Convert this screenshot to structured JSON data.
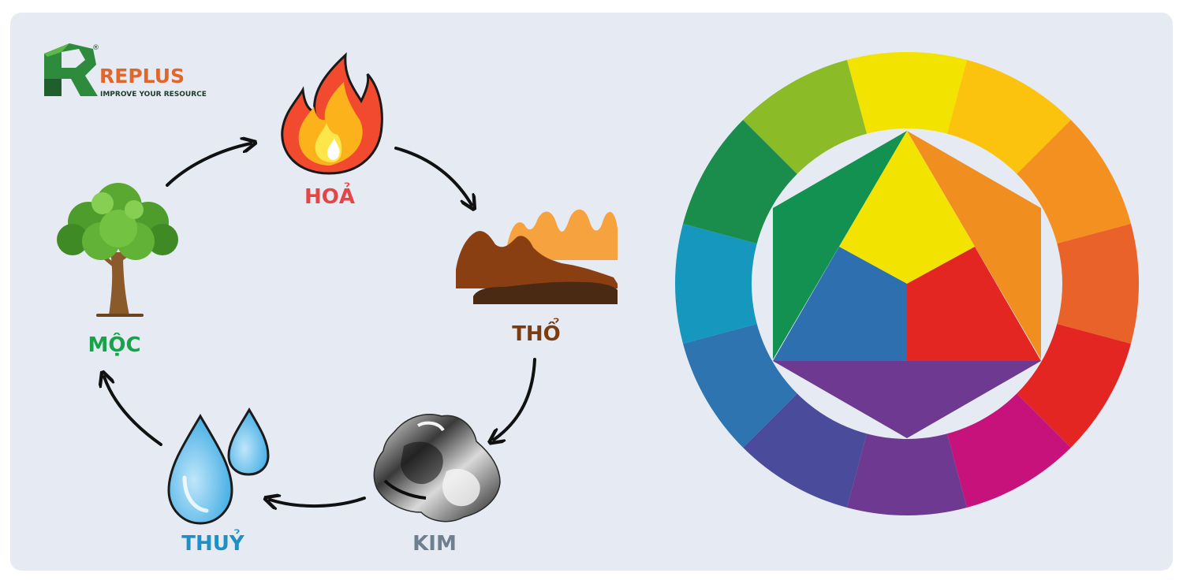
{
  "logo": {
    "brand": "REPLUS",
    "tagline": "IMPROVE YOUR RESOURCE",
    "registered": "®",
    "colors": {
      "green": "#2e8b3e",
      "orange": "#e2662a",
      "dark": "#1f3a2a"
    }
  },
  "cycle": {
    "elements": [
      {
        "key": "hoa",
        "label": "HOẢ",
        "color": "#e64545",
        "icon": "fire-icon"
      },
      {
        "key": "tho",
        "label": "THỔ",
        "color": "#7a3d12",
        "icon": "mountain-icon"
      },
      {
        "key": "kim",
        "label": "KIM",
        "color": "#6e7f8f",
        "icon": "metal-icon"
      },
      {
        "key": "thuy",
        "label": "THUỶ",
        "color": "#1f8fc4",
        "icon": "water-drops-icon"
      },
      {
        "key": "moc",
        "label": "MỘC",
        "color": "#17a34a",
        "icon": "tree-icon"
      }
    ],
    "arrow_color": "#111111"
  },
  "color_wheel": {
    "outer_ring": [
      "#f2e300",
      "#fbc30e",
      "#f4901f",
      "#e9622a",
      "#e32622",
      "#c7127b",
      "#6e3990",
      "#4a4c9b",
      "#2d74b0",
      "#1597be",
      "#1a8c4b",
      "#8bbc27"
    ],
    "center_triangle": {
      "top": "#f2e300",
      "left": "#2d6faf",
      "right": "#e32622"
    },
    "secondary": {
      "green": "#129150",
      "orange": "#f18e20",
      "violet": "#6e3990"
    }
  }
}
